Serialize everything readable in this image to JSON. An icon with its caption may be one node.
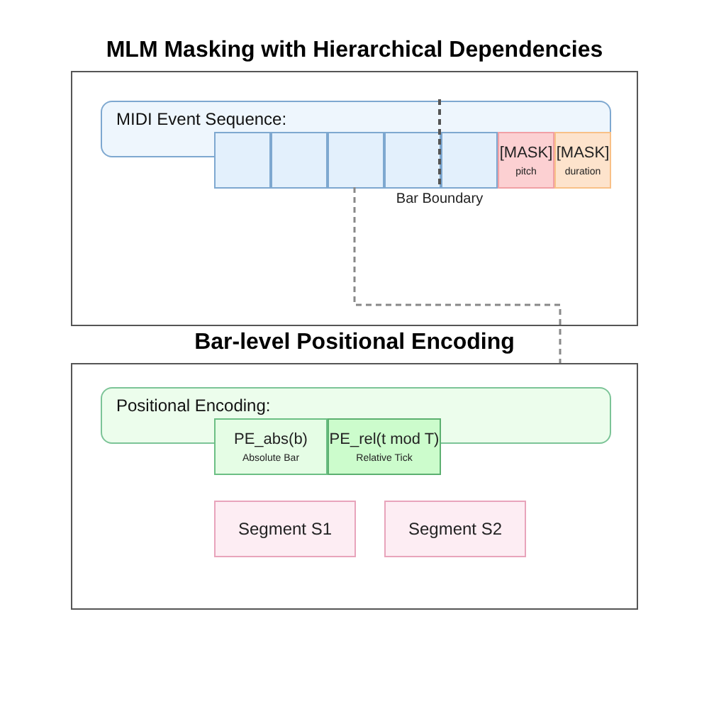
{
  "diagram": {
    "nodes": [
      {
        "text": [
          "MLM Masking with Hierarchical Dependencies"
        ]
      },
      {
        "text": [
          "MIDI Event Sequence:"
        ],
        "in": 0
      },
      {
        "text": [],
        "shape": "box",
        "in": 0
      },
      {
        "text": [],
        "shape": "box",
        "in": 0
      },
      {
        "text": [],
        "shape": "box",
        "in": 0
      },
      {
        "text": [],
        "shape": "box",
        "in": 0
      },
      {
        "text": [],
        "shape": "box",
        "in": 0
      },
      {
        "text": [
          "[MASK]",
          "pitch"
        ],
        "in": 0
      },
      {
        "text": [
          "[MASK]",
          "duration"
        ],
        "in": 0
      },
      {
        "text": [
          "Bar-level Positional Encoding"
        ]
      },
      {
        "text": [
          "Positional Encoding:"
        ],
        "in": 9
      },
      {
        "text": [
          "PE_abs(b)",
          "Absolute Bar"
        ],
        "in": 9
      },
      {
        "text": [
          "PE_rel(t mod T)",
          "Relative Tick"
        ],
        "in": 9
      },
      {
        "text": [
          "Segment S1"
        ],
        "in": 9
      },
      {
        "text": [
          "Segment S2"
        ],
        "in": 9
      }
    ],
    "edges": [
      {
        "from": 4,
        "to": 9,
        "arrow": "none",
        "style": "dashed"
      }
    ],
    "labels": [
      "Bar Boundary"
    ]
  }
}
